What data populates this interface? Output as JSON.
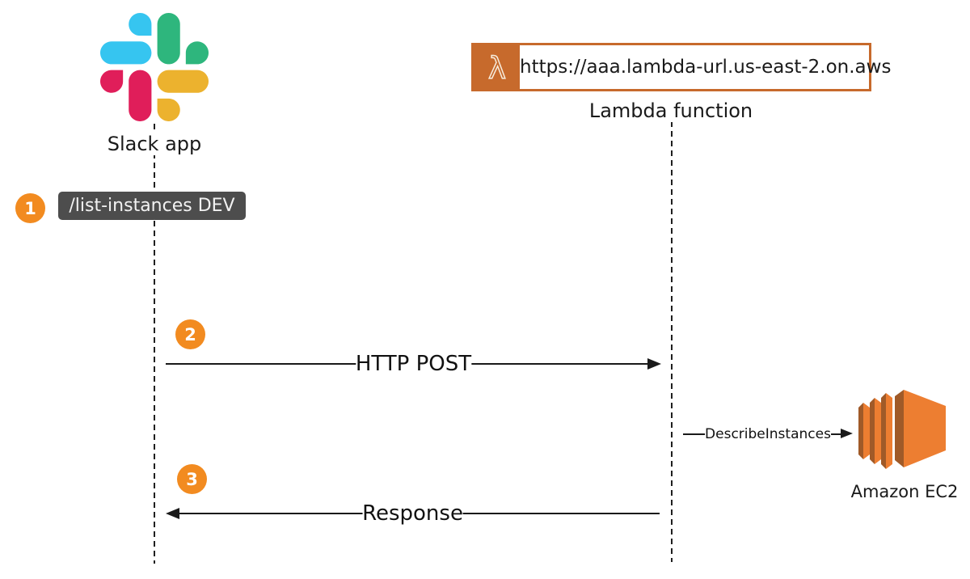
{
  "diagram": {
    "title": "Slack app to Lambda function sequence diagram",
    "actors": {
      "slack": {
        "label": "Slack app"
      },
      "lambda": {
        "label": "Lambda function",
        "url": "https://aaa.lambda-url.us-east-2.on.aws"
      },
      "ec2": {
        "label": "Amazon EC2"
      }
    },
    "steps": [
      {
        "number": "1",
        "label": "/list-instances DEV"
      },
      {
        "number": "2",
        "label": "HTTP POST"
      },
      {
        "number": "3",
        "label": "Response"
      }
    ],
    "messages": {
      "http_post": "HTTP POST",
      "describe_instances": "DescribeInstances",
      "response": "Response"
    },
    "colors": {
      "step_circle": "#f28b20",
      "badge_bg": "#4d4d4d",
      "badge_text": "#f2f2f2",
      "lambda_orange": "#c76a2c",
      "ec2_light": "#ed7e31",
      "ec2_dark": "#a05a28",
      "line": "#1a1a1a",
      "slack_blue": "#36c5f0",
      "slack_green": "#2eb67d",
      "slack_pink": "#e01e5a",
      "slack_yellow": "#ecb22e"
    }
  }
}
